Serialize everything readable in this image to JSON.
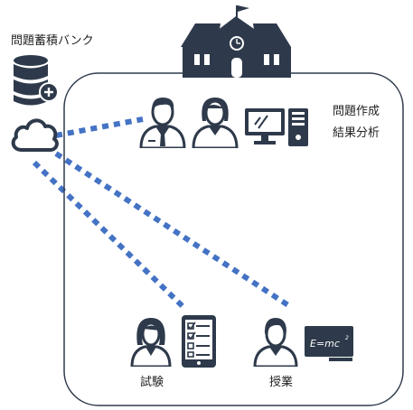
{
  "labels": {
    "question_bank": "問題蓄積バンク",
    "create": "問題作成",
    "analysis": "結果分析",
    "exam": "試験",
    "lesson": "授業",
    "formula": "E=mc"
  },
  "colors": {
    "icon": "#2e3a4b",
    "dots": "#4472c4",
    "frame": "#2e3a4b"
  },
  "icons": [
    "school-icon",
    "database-add-icon",
    "cloud-icon",
    "male-teacher-icon",
    "female-teacher-icon",
    "monitor-icon",
    "pc-tower-icon",
    "female-student-icon",
    "tablet-checklist-icon",
    "male-student-icon",
    "blackboard-icon"
  ]
}
